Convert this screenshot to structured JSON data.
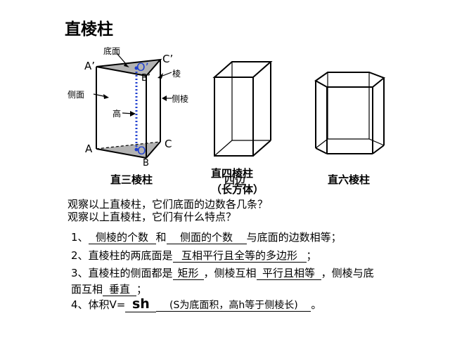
{
  "page": {
    "title": "直棱柱"
  },
  "figure1": {
    "caption": "直三棱柱",
    "labels": {
      "base": "底面",
      "a_prime": "A’",
      "c_prime": "C’",
      "o_prime": "O’",
      "b_prime": "B’",
      "edge": "棱",
      "side_face": "侧面",
      "side_edge": "侧棱",
      "height": "高",
      "a": "A",
      "c": "C",
      "o": "O",
      "b": "B"
    }
  },
  "figure2": {
    "caption_line1": "直四棱柱",
    "caption_overlap": "四边",
    "caption_line2": "（长方体）"
  },
  "figure3": {
    "caption": "直六棱柱"
  },
  "questions": {
    "q1": "观察以上直棱柱，它们底面的边数各几条？",
    "q2": "观察以上直棱柱，它们有什么特点？"
  },
  "facts": {
    "f1_pre": "1、",
    "f1_blank1": "侧棱的个数",
    "f1_mid": "和",
    "f1_blank2": "侧面的个数",
    "f1_post": "与底面的边数相等；",
    "f2_pre": "2、直棱柱的两底面是",
    "f2_blank": "互相平行且全等的多边形",
    "f2_post": "；",
    "f3_pre": "3、直棱柱的侧面都是",
    "f3_blank1": "矩形",
    "f3_mid": "，侧棱互相",
    "f3_blank2": "平行且相等",
    "f3_post": "，侧棱与底",
    "f3b_pre": "面互相",
    "f3b_blank": "垂直",
    "f3b_post": "；",
    "f4_pre": "4、体积V=",
    "f4_blank1": "sh",
    "f4_blank2": "(S为底面积，高h等于侧棱长)",
    "f4_post": "。"
  }
}
